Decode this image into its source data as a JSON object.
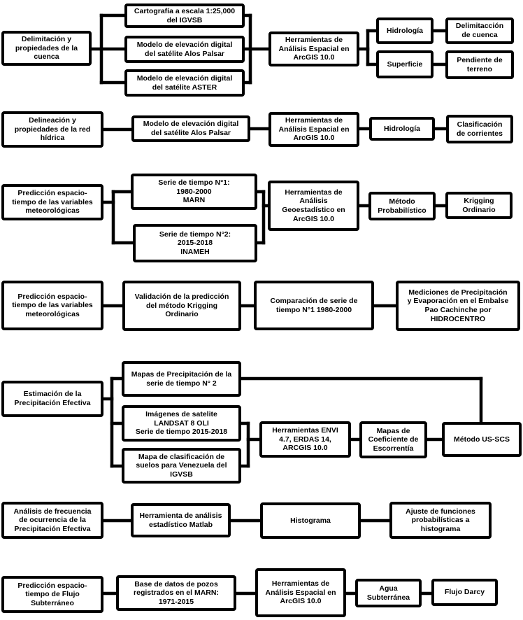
{
  "diagram": {
    "type": "flowchart",
    "language": "es",
    "colors": {
      "box_border": "#000000",
      "box_fill": "#ffffff",
      "line": "#000000",
      "text": "#000000",
      "background": "#ffffff"
    },
    "nodes": {
      "r1_a": {
        "label": "Delimitación y\npropiedades de la\ncuenca"
      },
      "r1_b1": {
        "label": "Cartografía a escala 1:25,000\ndel IGVSB"
      },
      "r1_b2": {
        "label": "Modelo de elevación digital\ndel satélite Alos Palsar"
      },
      "r1_b3": {
        "label": "Modelo de elevación digital\ndel satélite ASTER"
      },
      "r1_c": {
        "label": "Herramientas de\nAnálisis Espacial en\nArcGIS 10.0"
      },
      "r1_d1": {
        "label": "Hidrología"
      },
      "r1_e1": {
        "label": "Delimitacción\nde cuenca"
      },
      "r1_d2": {
        "label": "Superficie"
      },
      "r1_e2": {
        "label": "Pendiente de\nterreno"
      },
      "r2_a": {
        "label": "Delineación y\npropiedades de la red\nhídrica"
      },
      "r2_b": {
        "label": "Modelo de elevación digital\ndel satélite Alos Palsar"
      },
      "r2_c": {
        "label": "Herramientas de\nAnálisis Espacial en\nArcGIS 10.0"
      },
      "r2_d": {
        "label": "Hidrología"
      },
      "r2_e": {
        "label": "Clasificación\nde corrientes"
      },
      "r3_a": {
        "label": "Predicción espacio-\ntiempo de las variables\nmeteorológicas"
      },
      "r3_b1": {
        "label": "Serie de tiempo N°1:\n1980-2000\nMARN"
      },
      "r3_b2": {
        "label": "Serie de tiempo N°2:\n2015-2018\nINAMEH"
      },
      "r3_c": {
        "label": "Herramientas de\nAnálisis\nGeoestadístico en\nArcGIS 10.0"
      },
      "r3_d": {
        "label": "Método\nProbabilístico"
      },
      "r3_e": {
        "label": "Krigging\nOrdinario"
      },
      "r4_a": {
        "label": "Predicción espacio-\ntiempo de las variables\nmeteorológicas"
      },
      "r4_b": {
        "label": "Validación de la predicción\ndel método Krigging\nOrdinario"
      },
      "r4_c": {
        "label": "Comparación de serie de\ntiempo N°1 1980-2000"
      },
      "r4_d": {
        "label": "Mediciones de Precipitación\ny Evaporación en el Embalse\nPao Cachinche por\nHIDROCENTRO"
      },
      "r5_a": {
        "label": "Estimación de la\nPrecipitación Efectiva"
      },
      "r5_b1": {
        "label": "Mapas de Precipitación de la\nserie de tiempo N° 2"
      },
      "r5_b2": {
        "label": "Imágenes de satelite\nLANDSAT 8 OLI\nSerie de tiempo 2015-2018"
      },
      "r5_b3": {
        "label": "Mapa de clasificación de\nsuelos para Venezuela del\nIGVSB"
      },
      "r5_c": {
        "label": "Herramientas ENVI\n4.7, ERDAS 14,\nARCGIS 10.0"
      },
      "r5_d": {
        "label": "Mapas de\nCoeficiente de\nEscorrentía"
      },
      "r5_e": {
        "label": "Método US-SCS"
      },
      "r6_a": {
        "label": "Análisis de frecuencia\nde ocurrencia de la\nPrecipitación Efectiva"
      },
      "r6_b": {
        "label": "Herramienta de análisis\nestadístico Matlab"
      },
      "r6_c": {
        "label": "Histograma"
      },
      "r6_d": {
        "label": "Ajuste de funciones\nprobabilísticas a\nhistograma"
      },
      "r7_a": {
        "label": "Predicción espacio-\ntiempo de Flujo\nSubterráneo"
      },
      "r7_b": {
        "label": "Base de datos de pozos\nregistrados en el MARN:\n1971-2015"
      },
      "r7_c": {
        "label": "Herramientas de\nAnálisis Espacial en\nArcGIS 10.0"
      },
      "r7_d": {
        "label": "Agua\nSubterránea"
      },
      "r7_e": {
        "label": "Flujo Darcy"
      }
    },
    "edges": [
      [
        "r1_a",
        "r1_b1"
      ],
      [
        "r1_a",
        "r1_b2"
      ],
      [
        "r1_a",
        "r1_b3"
      ],
      [
        "r1_b1",
        "r1_c"
      ],
      [
        "r1_b2",
        "r1_c"
      ],
      [
        "r1_b3",
        "r1_c"
      ],
      [
        "r1_c",
        "r1_d1"
      ],
      [
        "r1_c",
        "r1_d2"
      ],
      [
        "r1_d1",
        "r1_e1"
      ],
      [
        "r1_d2",
        "r1_e2"
      ],
      [
        "r2_a",
        "r2_b"
      ],
      [
        "r2_b",
        "r2_c"
      ],
      [
        "r2_c",
        "r2_d"
      ],
      [
        "r2_d",
        "r2_e"
      ],
      [
        "r3_a",
        "r3_b1"
      ],
      [
        "r3_a",
        "r3_b2"
      ],
      [
        "r3_b1",
        "r3_c"
      ],
      [
        "r3_b2",
        "r3_c"
      ],
      [
        "r3_c",
        "r3_d"
      ],
      [
        "r3_d",
        "r3_e"
      ],
      [
        "r4_a",
        "r4_b"
      ],
      [
        "r4_b",
        "r4_c"
      ],
      [
        "r4_c",
        "r4_d"
      ],
      [
        "r5_a",
        "r5_b1"
      ],
      [
        "r5_a",
        "r5_b2"
      ],
      [
        "r5_a",
        "r5_b3"
      ],
      [
        "r5_b1",
        "r5_e"
      ],
      [
        "r5_b2",
        "r5_c"
      ],
      [
        "r5_b3",
        "r5_c"
      ],
      [
        "r5_c",
        "r5_d"
      ],
      [
        "r5_d",
        "r5_e"
      ],
      [
        "r6_a",
        "r6_b"
      ],
      [
        "r6_b",
        "r6_c"
      ],
      [
        "r6_c",
        "r6_d"
      ],
      [
        "r7_a",
        "r7_b"
      ],
      [
        "r7_b",
        "r7_c"
      ],
      [
        "r7_c",
        "r7_d"
      ],
      [
        "r7_d",
        "r7_e"
      ]
    ]
  }
}
